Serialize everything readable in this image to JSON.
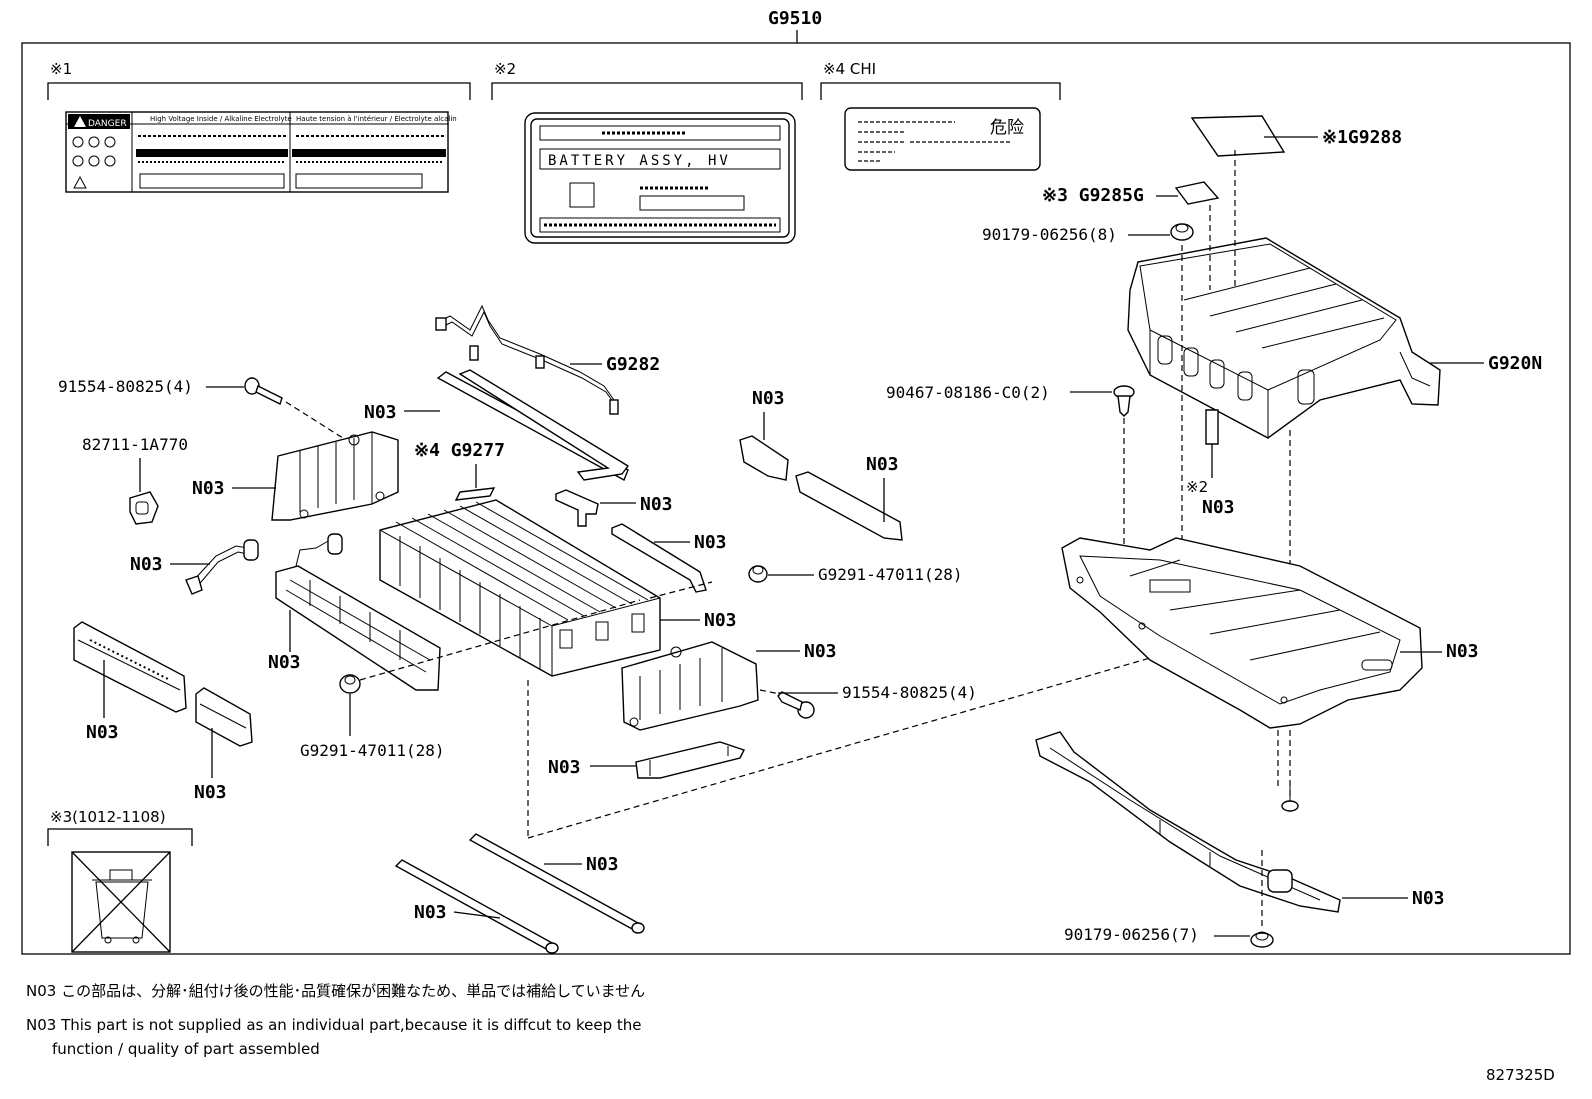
{
  "assembly": "G9510",
  "groups": {
    "g1": "※1",
    "g2": "※2",
    "g4": "※4 CHI",
    "g3": "※3(1012-1108)"
  },
  "label2": {
    "battery": "BATTERY ASSY, HV"
  },
  "label4": {
    "danger": "危险"
  },
  "label1": {
    "danger": "DANGER",
    "col1": "High Voltage Inside / Alkaline Electrolyte",
    "col2": "Haute tension à l'intérieur / Électrolyte alcalin"
  },
  "parts": {
    "p_g9288": "※1G9288",
    "p_g9285g": "※3 G9285G",
    "p_90179_8": "90179-06256(8)",
    "p_g920n": "G920N",
    "p_90467": "90467-08186-C0(2)",
    "p_n03_cover2": "※2",
    "p_n03_cover2b": "N03",
    "p_g9282": "G9282",
    "p_91554_top": "91554-80825(4)",
    "p_n03_bar": "N03",
    "p_82711": "82711-1A770",
    "p_n03_brkt": "N03",
    "p_g9277": "※4 G9277",
    "p_n03_r1": "N03",
    "p_n03_r2": "N03",
    "p_n03_r3": "N03",
    "p_n03_r4": "N03",
    "p_n03_wire": "N03",
    "p_g9291_r": "G9291-47011(28)",
    "p_n03_mod": "N03",
    "p_n03_tray": "N03",
    "p_n03_frame": "N03",
    "p_n03_bus": "N03",
    "p_91554_bot": "91554-80825(4)",
    "p_n03_l1": "N03",
    "p_n03_l2": "N03",
    "p_g9291_l": "G9291-47011(28)",
    "p_n03_small": "N03",
    "p_n03_rod1": "N03",
    "p_n03_rod2": "N03",
    "p_n03_harn": "N03",
    "p_90179_7": "90179-06256(7)"
  },
  "notes": {
    "jp": "N03 この部品は、分解･組付け後の性能･品質確保が困難なため、単品では補給していません",
    "en1": "N03 This part is not supplied as an  individual part,because it is diffcut to keep the",
    "en2": "function / quality of part assembled",
    "code": "827325D"
  }
}
